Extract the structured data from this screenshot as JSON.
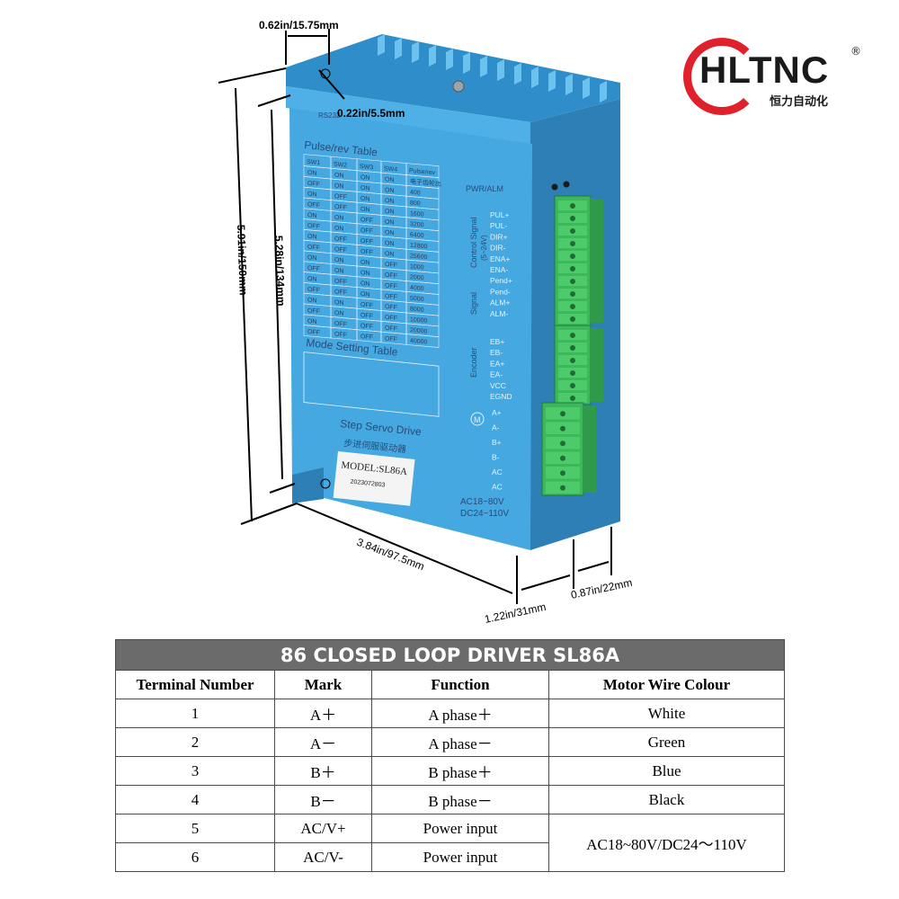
{
  "logo": {
    "brand": "HLTNC",
    "sub": "恒力自动化",
    "reg": "®"
  },
  "device": {
    "rs232": "RS232",
    "pulse_table_title": "Pulse/rev Table",
    "pulse_headers": [
      "SW1",
      "SW2",
      "SW3",
      "SW4",
      "Pulse/rev"
    ],
    "pulse_rows": [
      [
        "ON",
        "ON",
        "ON",
        "ON",
        "电子齿轮比"
      ],
      [
        "OFF",
        "ON",
        "ON",
        "ON",
        "400"
      ],
      [
        "ON",
        "OFF",
        "ON",
        "ON",
        "800"
      ],
      [
        "OFF",
        "OFF",
        "ON",
        "ON",
        "1600"
      ],
      [
        "ON",
        "ON",
        "OFF",
        "ON",
        "3200"
      ],
      [
        "OFF",
        "ON",
        "OFF",
        "ON",
        "6400"
      ],
      [
        "ON",
        "OFF",
        "OFF",
        "ON",
        "12800"
      ],
      [
        "OFF",
        "OFF",
        "OFF",
        "ON",
        "25600"
      ],
      [
        "ON",
        "ON",
        "ON",
        "OFF",
        "1000"
      ],
      [
        "OFF",
        "ON",
        "ON",
        "OFF",
        "2000"
      ],
      [
        "ON",
        "OFF",
        "ON",
        "OFF",
        "4000"
      ],
      [
        "OFF",
        "OFF",
        "ON",
        "OFF",
        "5000"
      ],
      [
        "ON",
        "ON",
        "OFF",
        "OFF",
        "8000"
      ],
      [
        "OFF",
        "ON",
        "OFF",
        "OFF",
        "10000"
      ],
      [
        "ON",
        "OFF",
        "OFF",
        "OFF",
        "20000"
      ],
      [
        "OFF",
        "OFF",
        "OFF",
        "OFF",
        "40000"
      ]
    ],
    "mode_table_title": "Mode Setting Table",
    "product_name": "Step Servo Drive",
    "label_cn": "步进伺服驱动器",
    "model": "MODEL:SL86A",
    "serial": "2023072803",
    "pwr_alm": "PWR/ALM",
    "group_control": "Control Signal",
    "group_control_v": "(5~24V)",
    "group_signal": "Signal",
    "group_encoder": "Encoder",
    "terminals_top": [
      "PUL+",
      "PUL-",
      "DIR+",
      "DIR-",
      "ENA+",
      "ENA-",
      "Pend+",
      "Pend-",
      "ALM+",
      "ALM-"
    ],
    "terminals_enc": [
      "EB+",
      "EB-",
      "EA+",
      "EA-",
      "VCC",
      "EGND"
    ],
    "terminals_power": [
      "A+",
      "A-",
      "B+",
      "B-",
      "AC",
      "AC"
    ],
    "power_spec_1": "AC18~80V",
    "power_spec_2": "DC24~110V"
  },
  "dimensions": {
    "top_width": "0.62in/15.75mm",
    "hole": "0.22in/5.5mm",
    "height_total": "5.91in/150mm",
    "height_inner": "5.28in/134mm",
    "depth": "3.84in/97.5mm",
    "base": "1.22in/31mm",
    "terminal_depth": "0.87in/22mm"
  },
  "colors": {
    "housing": "#3fa0d8",
    "housing_dark": "#2d7fb5",
    "terminal_green": "#3cb85a",
    "header_gray": "#6b6b6b"
  },
  "table": {
    "title": "86 CLOSED LOOP DRIVER SL86A",
    "headers": [
      "Terminal Number",
      "Mark",
      "Function",
      "Motor Wire Colour"
    ],
    "rows": [
      [
        "1",
        "A＋",
        "A phase＋",
        "White"
      ],
      [
        "2",
        "A－",
        "A phase－",
        "Green"
      ],
      [
        "3",
        "B＋",
        "B phase＋",
        "Blue"
      ],
      [
        "4",
        "B－",
        "B phase－",
        "Black"
      ],
      [
        "5",
        "AC/V+",
        "Power input",
        ""
      ],
      [
        "6",
        "AC/V-",
        "Power input",
        ""
      ]
    ],
    "power_note": "AC18~80V/DC24～110V"
  }
}
